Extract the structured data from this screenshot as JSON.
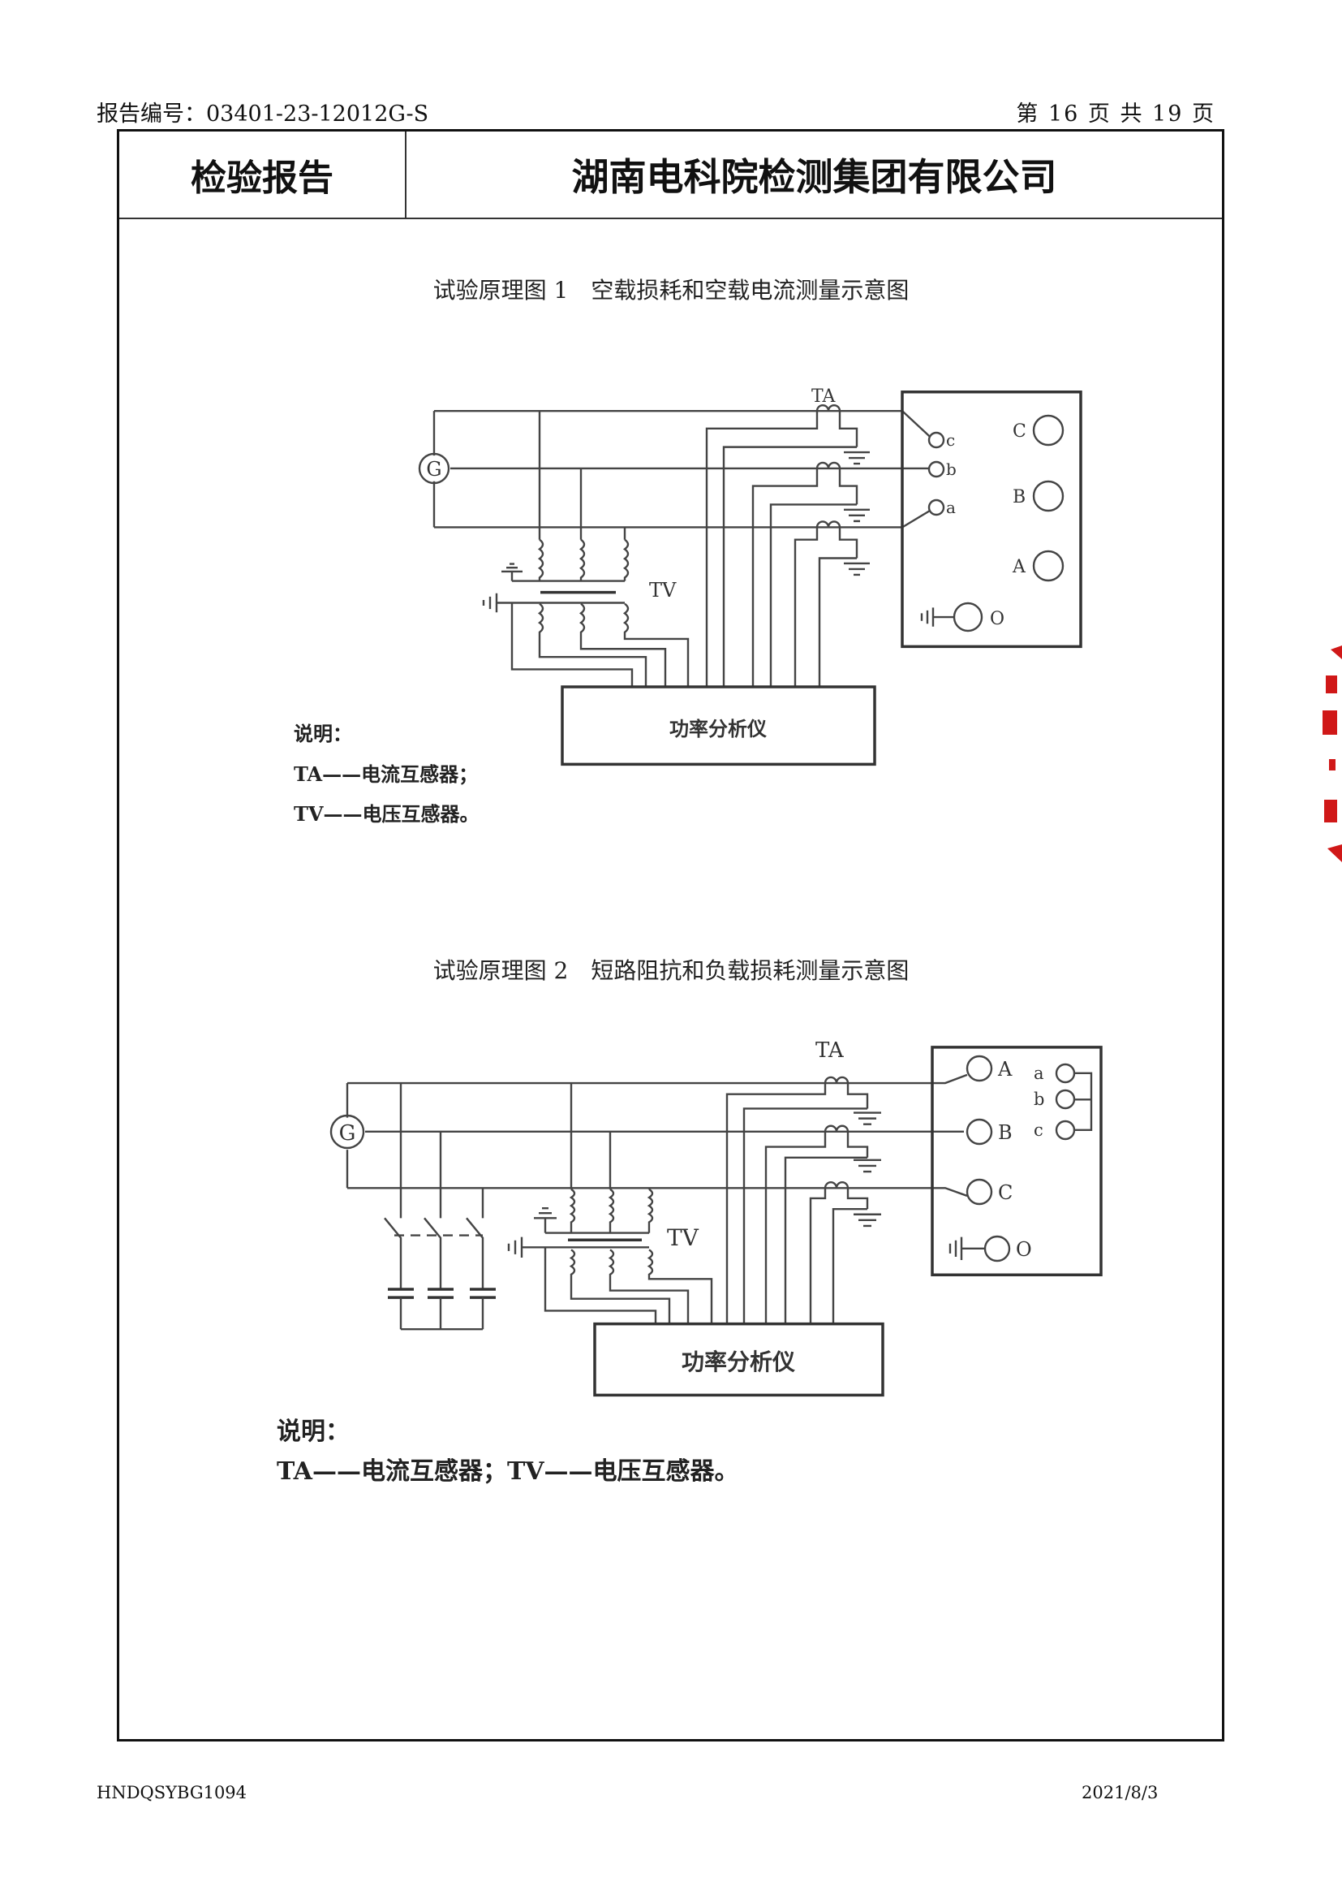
{
  "header": {
    "report_number": "报告编号：03401-23-12012G-S",
    "page_indicator": "第 16 页 共 19 页"
  },
  "title_row": {
    "doc_type": "检验报告",
    "company": "湖南电科院检测集团有限公司"
  },
  "figure1": {
    "title": "试验原理图 1　空载损耗和空载电流测量示意图",
    "labels": {
      "generator": "G",
      "ta": "TA",
      "tv": "TV",
      "a": "a",
      "b": "b",
      "c": "c",
      "A": "A",
      "B": "B",
      "C": "C",
      "O": "O",
      "analyzer": "功率分析仪"
    },
    "notes": {
      "heading": "说明：",
      "ta": "TA——电流互感器；",
      "tv": "TV——电压互感器。"
    }
  },
  "figure2": {
    "title": "试验原理图 2　短路阻抗和负载损耗测量示意图",
    "labels": {
      "generator": "G",
      "ta": "TA",
      "tv": "TV",
      "a": "a",
      "b": "b",
      "c": "c",
      "A": "A",
      "B": "B",
      "C": "C",
      "O": "O",
      "analyzer": "功率分析仪"
    },
    "notes": {
      "heading": "说明：",
      "text": "TA——电流互感器；TV——电压互感器。"
    }
  },
  "footer": {
    "form_code": "HNDQSYBG1094",
    "date": "2021/8/3"
  },
  "colors": {
    "seal": "#d01818"
  }
}
